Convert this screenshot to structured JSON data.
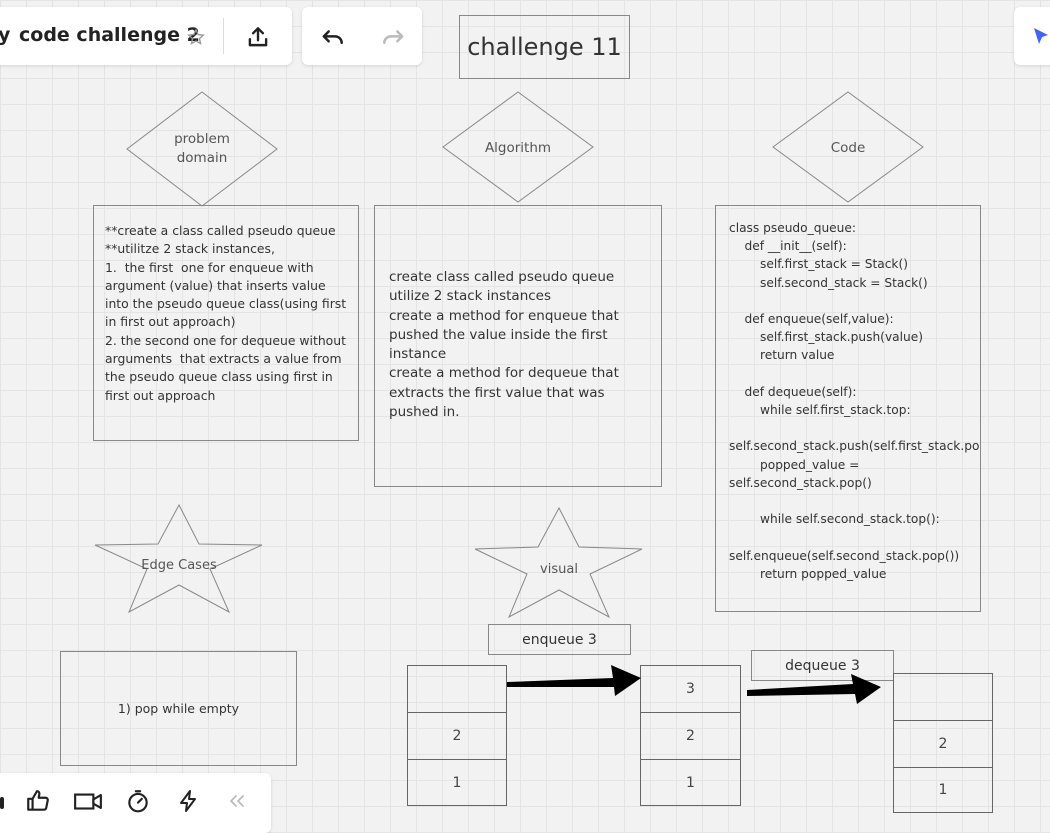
{
  "board": {
    "title": "code challenge 2",
    "title_prefix": "y"
  },
  "toolbar": {
    "star_icon": "star-icon",
    "share_icon": "upload-icon",
    "undo_icon": "undo-icon",
    "redo_icon": "redo-icon"
  },
  "title_frame": "challenge 11",
  "shapes": {
    "problem_domain": "problem\ndomain",
    "algorithm": "Algorithm",
    "code": "Code",
    "edge_cases": "Edge Cases",
    "visual": "visual"
  },
  "problem_text": "**create a class called pseudo queue\n**utilitze 2 stack instances,\n1.  the first  one for enqueue with argument (value) that inserts value into the pseudo queue class(using first in first out approach)\n2. the second one for dequeue without arguments  that extracts a value from the pseudo queue class using first in first out approach",
  "algorithm_text": "create class called pseudo queue\nutilize 2 stack instances\ncreate a method for enqueue that pushed the value inside the first instance\ncreate a method for dequeue that extracts the first value that was pushed in.",
  "code_text": "class pseudo_queue:\n    def __init__(self):\n        self.first_stack = Stack()\n        self.second_stack = Stack()\n\n    def enqueue(self,value):\n        self.first_stack.push(value)\n        return value\n\n    def dequeue(self):\n        while self.first_stack.top:\n\nself.second_stack.push(self.first_stack.pop())\n        popped_value = self.second_stack.pop()\n\n        while self.second_stack.top():\n\nself.enqueue(self.second_stack.pop())\n        return popped_value",
  "edge_text": "1) pop while empty",
  "visual": {
    "enqueue_label": "enqueue 3",
    "dequeue_label": "dequeue 3",
    "stack1": [
      "",
      "2",
      "1"
    ],
    "stack2": [
      "3",
      "2",
      "1"
    ],
    "stack3": [
      "",
      "2",
      "1"
    ]
  },
  "bottom_toolbar": {
    "icons": [
      "thumbs-up-icon",
      "video-camera-icon",
      "timer-icon",
      "lightning-icon",
      "collapse-icon"
    ]
  },
  "colors": {
    "accent": "#4262ff",
    "arrow": "#000000",
    "border": "#888888"
  }
}
